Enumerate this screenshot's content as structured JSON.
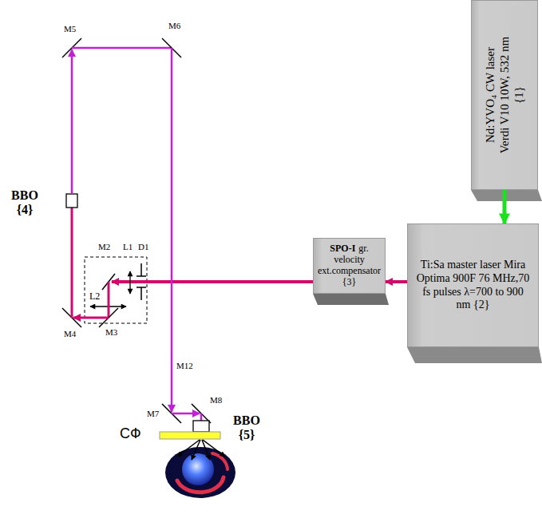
{
  "diagram": {
    "nodes": [
      {
        "text": [
          "Nd:YVO₄ CW laser Verdi V10 10W, 532 nm {1}"
        ]
      },
      {
        "text": [
          "Ti:Sa master laser Mira Optima 900F 76 MHz,70 fs pulses λ=700 to 900 nm {2}"
        ]
      },
      {
        "text": [
          "SPO-I",
          "gr. velocity ext.compensator {3}"
        ]
      }
    ],
    "edges": [
      {
        "from": 0,
        "to": 1,
        "arrow": "to"
      },
      {
        "from": 1,
        "to": 2,
        "arrow": "to"
      }
    ],
    "labels": [
      "M5",
      "M6",
      "M2",
      "L1",
      "D1",
      "BBO {4}",
      "L2",
      "M4",
      "M3",
      "M12",
      "M7",
      "M8",
      "BBO {5}",
      "СФ"
    ]
  }
}
